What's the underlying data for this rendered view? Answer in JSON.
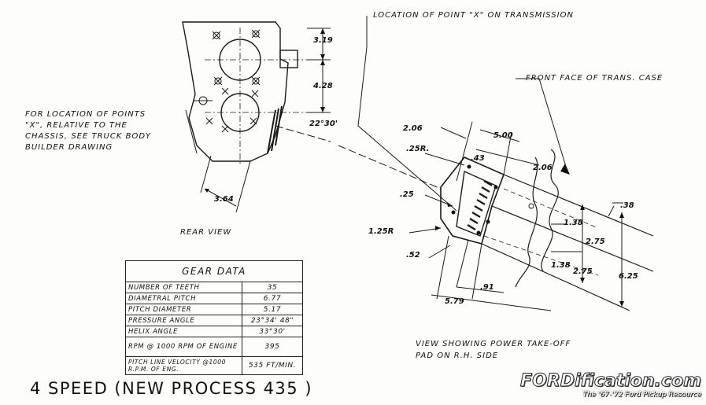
{
  "labels": {
    "point_x_location": "LOCATION OF POINT \"X\" ON TRANSMISSION",
    "front_face": "FRONT FACE OF TRANS. CASE",
    "note_line1": "FOR LOCATION OF POINTS",
    "note_line2": "\"X\", RELATIVE TO THE",
    "note_line3": "CHASSIS, SEE TRUCK BODY",
    "note_line4": "BUILDER DRAWING",
    "rear_view": "REAR VIEW",
    "side_view_line1": "VIEW SHOWING POWER TAKE-OFF",
    "side_view_line2": "PAD ON R.H. SIDE",
    "main_title": "4 SPEED (NEW PROCESS 435 )"
  },
  "dimensions": {
    "d_3_19": "3.19",
    "d_4_28": "4.28",
    "d_22_30": "22°30'",
    "d_3_64": "3.64",
    "d_2_06a": "2.06",
    "d_5_00": "5.00",
    "d_25r": ".25R.",
    "d_43": ".43",
    "d_2_06b": "2.06",
    "d_25": ".25",
    "d_1_25r": "1.25R",
    "d_52": ".52",
    "d_91": ".91",
    "d_5_79": "5.79",
    "d_38": ".38",
    "d_1_38a": "1.38",
    "d_2_75a": "2.75",
    "d_1_38b": "1.38",
    "d_2_75b": "2.75",
    "d_6_25": "6.25"
  },
  "gear_table": {
    "title": "GEAR DATA",
    "rows": [
      {
        "label": "NUMBER OF TEETH",
        "value": "35"
      },
      {
        "label": "DIAMETRAL PITCH",
        "value": "6.77"
      },
      {
        "label": "PITCH DIAMETER",
        "value": "5.17"
      },
      {
        "label": "PRESSURE ANGLE",
        "value": "23°34' 48\""
      },
      {
        "label": "HELIX ANGLE",
        "value": "33°30'"
      },
      {
        "label": "RPM @ 1000 RPM OF ENGINE",
        "value": "395"
      },
      {
        "label": "PITCH LINE VELOCITY @1000 R.P.M. OF ENG.",
        "value": "535 FT/MIN."
      }
    ]
  },
  "watermark": {
    "name": "FORDification.com",
    "tagline": "The '67-'72 Ford Pickup Resource"
  }
}
